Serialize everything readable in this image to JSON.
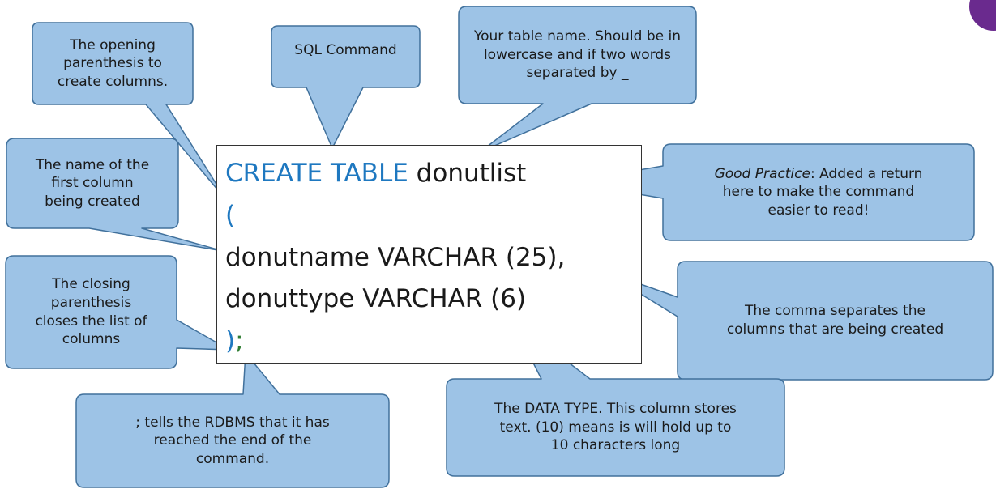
{
  "code": {
    "line1_keyword": "CREATE TABLE",
    "line1_table": "donutlist",
    "line2": "(",
    "line3": "donutname VARCHAR (25),",
    "line4": "donuttype VARCHAR (6)",
    "line5_paren": ")",
    "line5_semi": ";"
  },
  "callouts": {
    "opening_paren": [
      "The opening",
      "parenthesis to",
      "create columns."
    ],
    "sql_command": [
      "SQL Command"
    ],
    "table_name": [
      "Your table name. Should be in",
      "lowercase and if two words",
      "separated by _"
    ],
    "first_column": [
      "The name of the",
      "first column",
      "being created"
    ],
    "good_practice_em": "Good Practice",
    "good_practice_rest": ": Added a return",
    "good_practice_lines": [
      "here to make the command",
      "easier to read!"
    ],
    "closing_paren": [
      "The closing",
      "parenthesis",
      "closes the list of",
      "columns"
    ],
    "comma": [
      "The comma separates the",
      "columns that are being created"
    ],
    "semicolon": [
      "; tells the RDBMS that it has",
      "reached the end of the",
      "command."
    ],
    "data_type": [
      "The DATA TYPE.  This column stores",
      "text.  (10) means is will hold up to",
      "10 characters long"
    ]
  },
  "colors": {
    "bubble_fill": "#9dc3e6",
    "bubble_stroke": "#41719c",
    "keyword": "#1e78c0",
    "semicolon": "#2e7d32",
    "logo": "#6a2a8e"
  }
}
